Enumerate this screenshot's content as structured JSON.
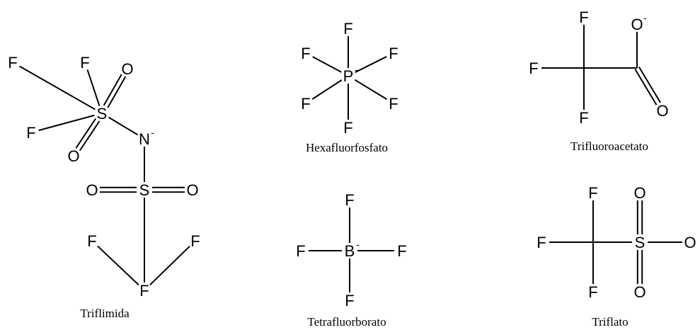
{
  "molecules": [
    {
      "id": "triflimida",
      "caption": "Triflimida",
      "atoms": [
        {
          "label": "F",
          "charge": ""
        },
        {
          "label": "F",
          "charge": ""
        },
        {
          "label": "F",
          "charge": ""
        },
        {
          "label": "S",
          "charge": ""
        },
        {
          "label": "O",
          "charge": ""
        },
        {
          "label": "O",
          "charge": ""
        },
        {
          "label": "N",
          "charge": "-"
        },
        {
          "label": "S",
          "charge": ""
        },
        {
          "label": "O",
          "charge": ""
        },
        {
          "label": "O",
          "charge": ""
        },
        {
          "label": "F",
          "charge": ""
        },
        {
          "label": "F",
          "charge": ""
        },
        {
          "label": "F",
          "charge": ""
        }
      ]
    },
    {
      "id": "hexafluorfosfato",
      "caption": "Hexafluorfosfato",
      "atoms": [
        {
          "label": "P",
          "charge": "-"
        },
        {
          "label": "F",
          "charge": ""
        },
        {
          "label": "F",
          "charge": ""
        },
        {
          "label": "F",
          "charge": ""
        },
        {
          "label": "F",
          "charge": ""
        },
        {
          "label": "F",
          "charge": ""
        },
        {
          "label": "F",
          "charge": ""
        }
      ]
    },
    {
      "id": "trifluoroacetato",
      "caption": "Trifluoroacetato",
      "atoms": [
        {
          "label": "F",
          "charge": ""
        },
        {
          "label": "F",
          "charge": ""
        },
        {
          "label": "F",
          "charge": ""
        },
        {
          "label": "O",
          "charge": "-"
        },
        {
          "label": "O",
          "charge": ""
        }
      ]
    },
    {
      "id": "tetrafluorborato",
      "caption": "Tetrafluorborato",
      "atoms": [
        {
          "label": "B",
          "charge": "-"
        },
        {
          "label": "F",
          "charge": ""
        },
        {
          "label": "F",
          "charge": ""
        },
        {
          "label": "F",
          "charge": ""
        },
        {
          "label": "F",
          "charge": ""
        }
      ]
    },
    {
      "id": "triflato",
      "caption": "Triflato",
      "atoms": [
        {
          "label": "F",
          "charge": ""
        },
        {
          "label": "F",
          "charge": ""
        },
        {
          "label": "F",
          "charge": ""
        },
        {
          "label": "S",
          "charge": ""
        },
        {
          "label": "O",
          "charge": ""
        },
        {
          "label": "O",
          "charge": ""
        },
        {
          "label": "O",
          "charge": ""
        }
      ]
    }
  ]
}
